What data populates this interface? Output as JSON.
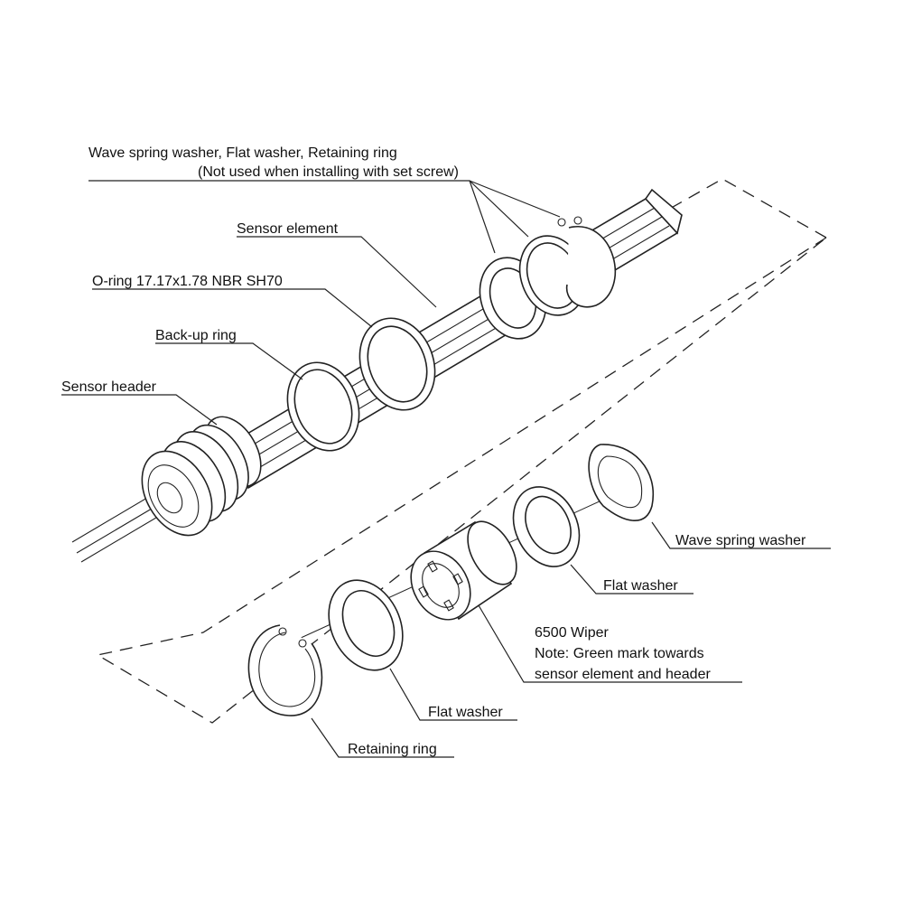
{
  "labels": {
    "wave_flat_retaining_line1": "Wave spring washer, Flat washer, Retaining ring",
    "wave_flat_retaining_line2": "(Not used when installing with set screw)",
    "sensor_element": "Sensor element",
    "o_ring": "O-ring 17.17x1.78 NBR SH70",
    "backup_ring": "Back-up ring",
    "sensor_header": "Sensor header",
    "wave_spring_washer": "Wave spring washer",
    "flat_washer_upper": "Flat washer",
    "wiper_line1": "6500 Wiper",
    "wiper_line2": "Note: Green mark towards",
    "wiper_line3": "sensor element and header",
    "flat_washer_lower": "Flat washer",
    "retaining_ring": "Retaining ring"
  }
}
